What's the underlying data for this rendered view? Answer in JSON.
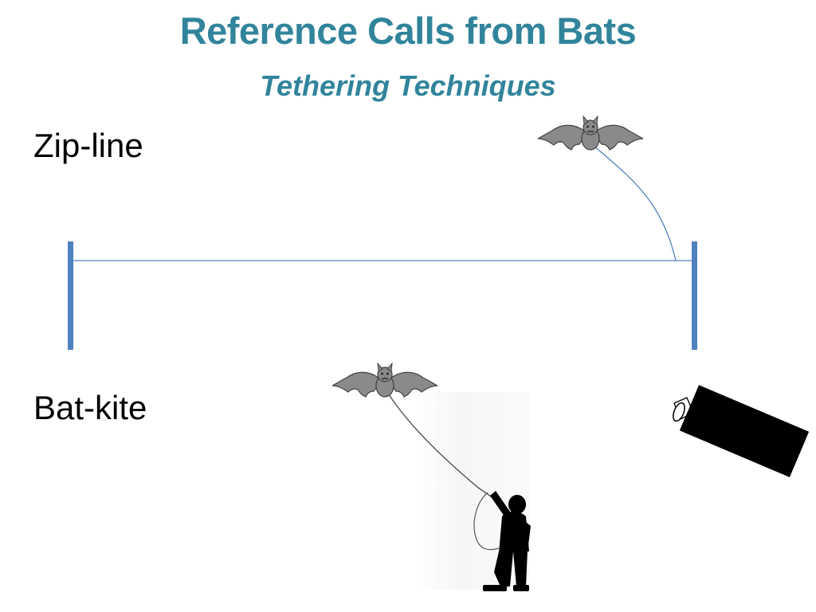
{
  "slide": {
    "title": "Reference Calls from Bats",
    "subtitle": "Tethering Techniques"
  },
  "sections": {
    "zip_line": {
      "label": "Zip-line"
    },
    "bat_kite": {
      "label": "Bat-kite"
    }
  },
  "colors": {
    "title": "#31849b",
    "post": "#4f81bd",
    "line": "#4f81bd",
    "bat_wing": "#8a8a8a",
    "bat_outline": "#404040",
    "silhouette": "#000000"
  },
  "icons": [
    "bat-icon",
    "bat-icon",
    "person-silhouette-icon",
    "speaker-icon"
  ]
}
